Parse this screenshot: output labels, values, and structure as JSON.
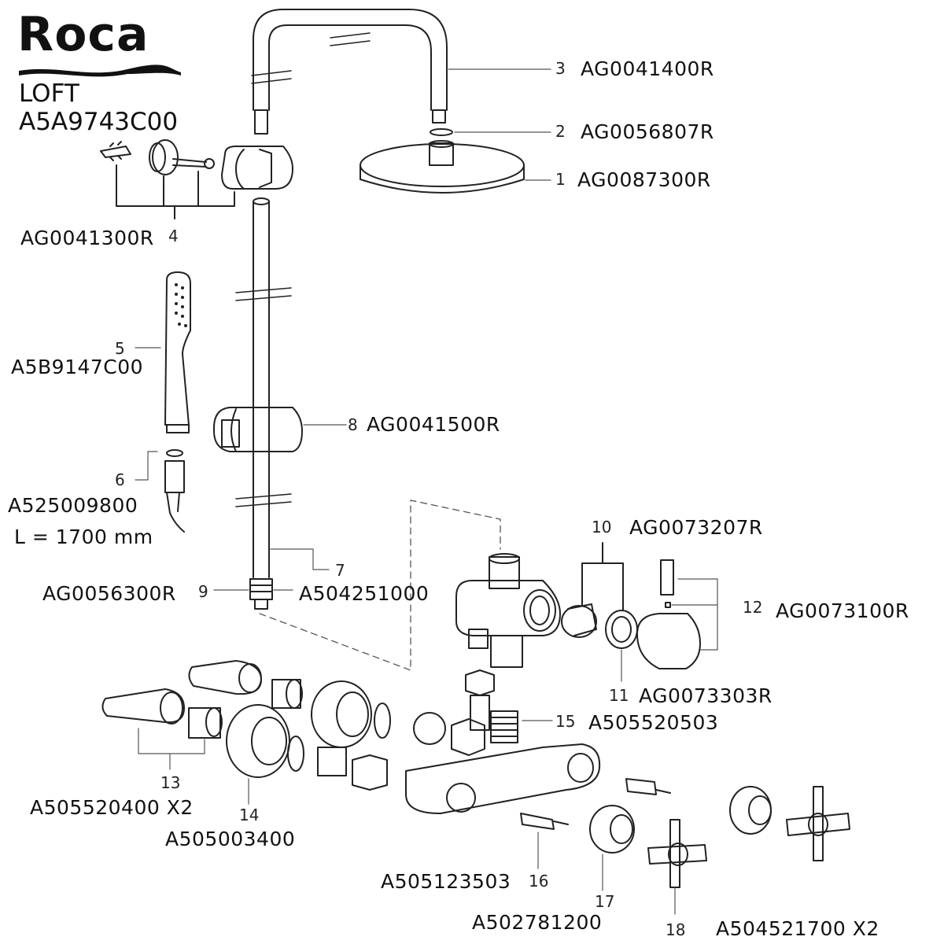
{
  "brand": {
    "logo_text": "Roca",
    "model_name": "LOFT",
    "model_code": "A5A9743C00"
  },
  "parts": [
    {
      "num": "1",
      "code": "AG0087300R"
    },
    {
      "num": "2",
      "code": "AG0056807R"
    },
    {
      "num": "3",
      "code": "AG0041400R"
    },
    {
      "num": "4",
      "code": "AG0041300R"
    },
    {
      "num": "5",
      "code": "A5B9147C00"
    },
    {
      "num": "6",
      "code": "A525009800",
      "note": "L = 1700 mm"
    },
    {
      "num": "7",
      "code": "A504251000"
    },
    {
      "num": "8",
      "code": "AG0041500R"
    },
    {
      "num": "9",
      "code": "AG0056300R"
    },
    {
      "num": "10",
      "code": "AG0073207R"
    },
    {
      "num": "11",
      "code": "AG0073303R"
    },
    {
      "num": "12",
      "code": "AG0073100R"
    },
    {
      "num": "13",
      "code": "A505520400 X2"
    },
    {
      "num": "14",
      "code": "A505003400"
    },
    {
      "num": "15",
      "code": "A505520503"
    },
    {
      "num": "16",
      "code": "A505123503"
    },
    {
      "num": "17",
      "code": "A502781200"
    },
    {
      "num": "18",
      "code": "A504521700  X2"
    }
  ]
}
